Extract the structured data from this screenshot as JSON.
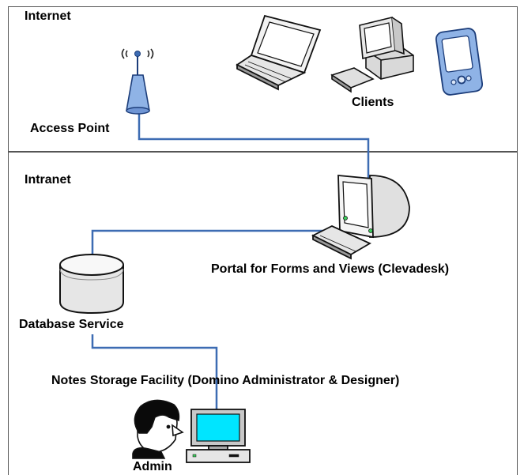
{
  "zones": {
    "internet": "Internet",
    "intranet": "Intranet"
  },
  "nodes": {
    "access_point": "Access Point",
    "clients": "Clients",
    "portal": "Portal for Forms and Views (Clevadesk)",
    "database": "Database Service",
    "notes_storage": "Notes Storage Facility (Domino Administrator & Designer)",
    "admin": "Admin"
  },
  "colors": {
    "link": "#3d6cb3",
    "device_blue": "#8fb3e6",
    "screen_cyan": "#00e5ff",
    "metal_grey": "#b8b8b8"
  }
}
